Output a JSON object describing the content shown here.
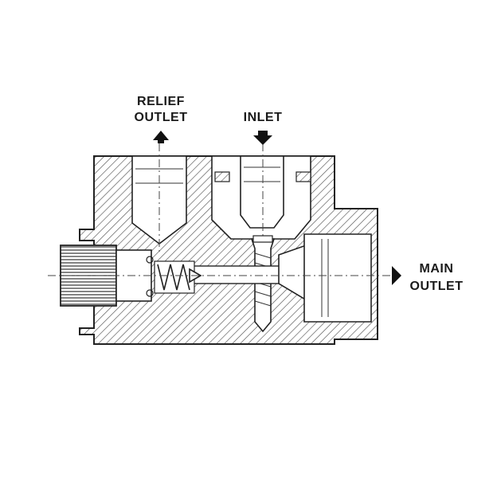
{
  "labels": {
    "relief_outlet_line1": "RELIEF",
    "relief_outlet_line2": "OUTLET",
    "inlet": "INLET",
    "main_outlet_line1": "MAIN",
    "main_outlet_line2": "OUTLET"
  },
  "colors": {
    "ink": "#222222",
    "background": "#ffffff"
  },
  "icons": {
    "relief_outlet_arrow": "arrow-up-icon",
    "inlet_arrow": "arrow-down-icon",
    "main_outlet_arrow": "arrow-right-icon"
  }
}
